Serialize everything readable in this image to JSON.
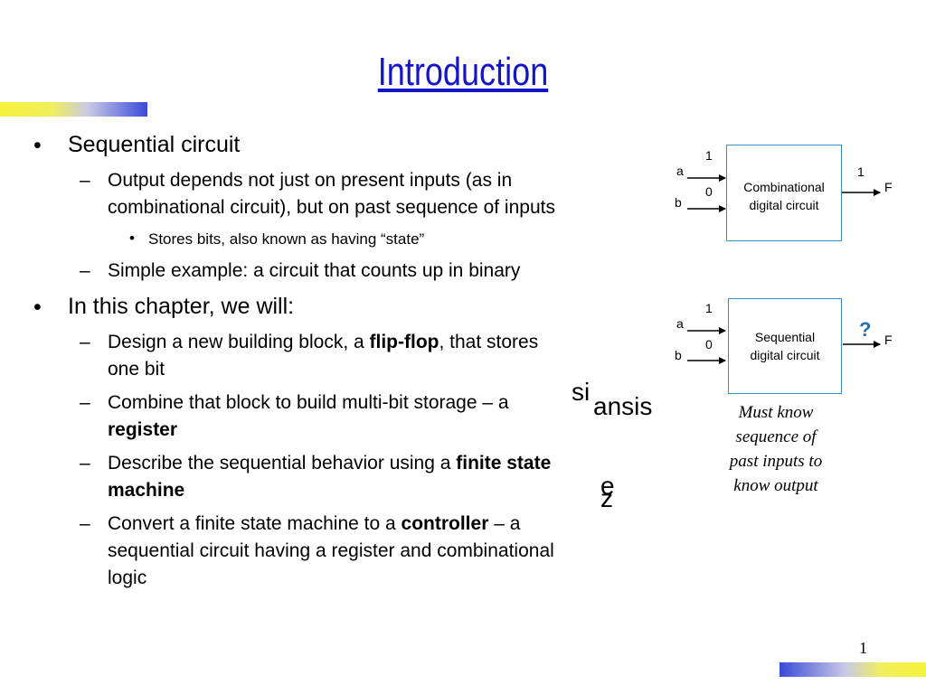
{
  "slide": {
    "title": "Introduction",
    "page_number": "1"
  },
  "bullets": {
    "b1": "Sequential circuit",
    "b1_s1_line1": "Output depends not just on present inputs (as in",
    "b1_s1_line2": "combinational circuit), but on past sequence of inputs",
    "b1_s1_sub": "Stores bits, also known as having “state”",
    "b1_s2": "Simple example: a circuit that counts up in binary",
    "b2": "In this chapter, we will:",
    "b2_s1_pre": "Design a new building block, a ",
    "b2_s1_bold": "flip-flop",
    "b2_s1_post": ", that stores",
    "b2_s1_line2": "one bit",
    "b2_s2_pre": "Combine that block to build multi-bit storage – a",
    "b2_s2_bold": "register",
    "b2_s3_pre": "Describe the sequential behavior using a ",
    "b2_s3_bold": "finite state",
    "b2_s3_bold2": "machine",
    "b2_s4_pre": "Convert a finite state machine to a ",
    "b2_s4_bold": "controller",
    "b2_s4_post": " – a",
    "b2_s4_line2": "sequential circuit having a register and combinational",
    "b2_s4_line3": "logic"
  },
  "diagram_top": {
    "input_a": "a",
    "input_b": "b",
    "a_value": "1",
    "b_value": "0",
    "box_line1": "Combinational",
    "box_line2": "digital circuit",
    "output_value": "1",
    "output": "F"
  },
  "diagram_bottom": {
    "input_a": "a",
    "input_b": "b",
    "a_value": "1",
    "b_value": "0",
    "box_line1": "Sequential",
    "box_line2": "digital circuit",
    "output_value": "?",
    "output": "F"
  },
  "note": {
    "line1": "Must know",
    "line2": "sequence of",
    "line3": "past inputs to",
    "line4": "know output"
  },
  "stray_text": {
    "s1": "si",
    "s2": "ansis",
    "s3": "e",
    "s4": "z"
  },
  "colors": {
    "title": "#1515c8",
    "box_border": "#3b8fc4",
    "question_mark": "#1f6fb5"
  }
}
